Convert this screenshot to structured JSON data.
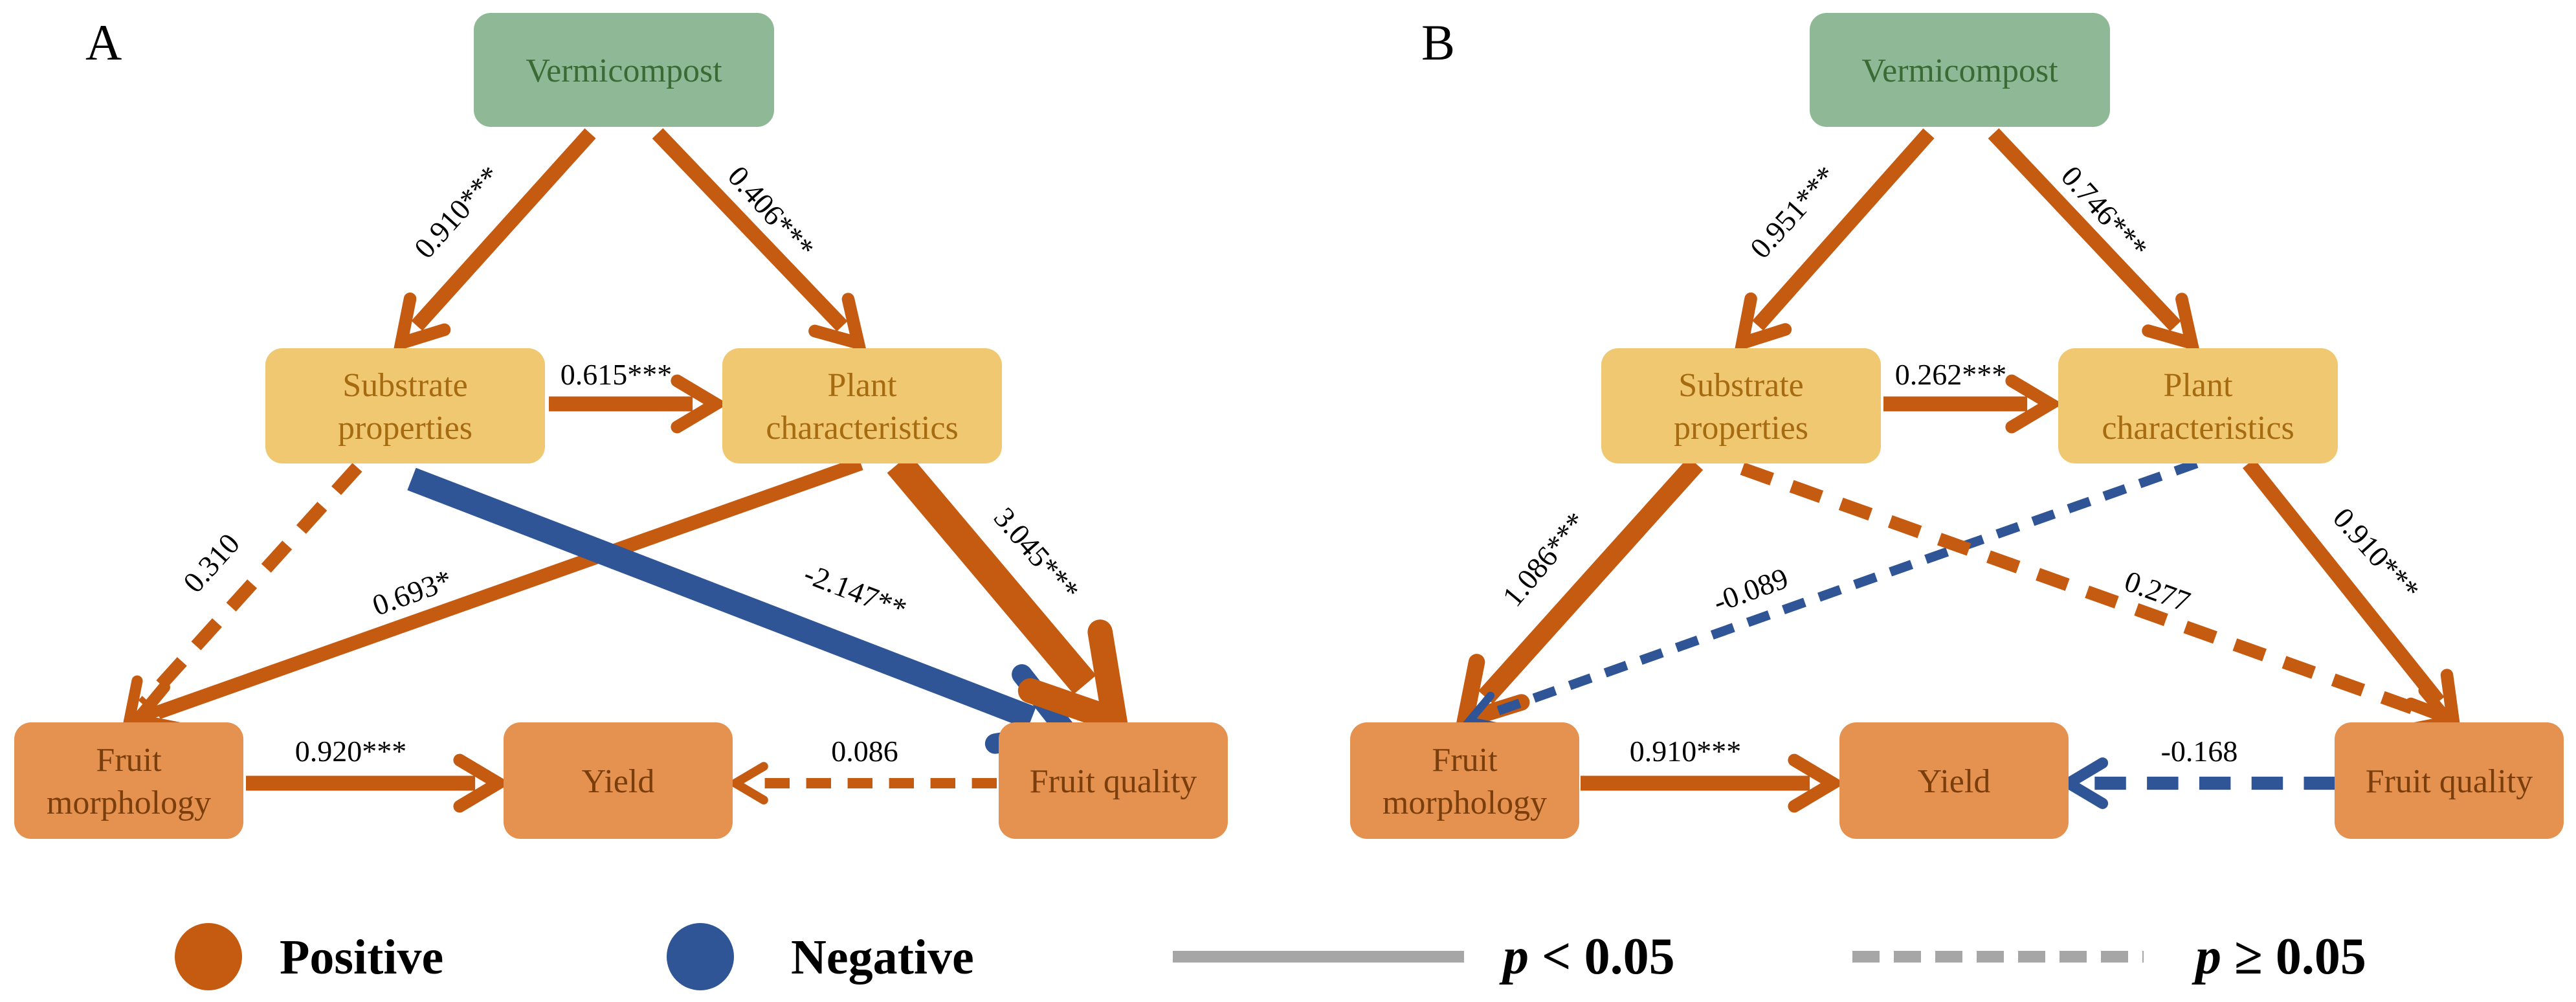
{
  "colors": {
    "positive": "#C55A11",
    "negative": "#2F5597",
    "significant_line": "#A6A6A6",
    "vermicompost_fill": "#8FB996",
    "vermicompost_text": "#3A6B35",
    "middle_fill": "#F0C872",
    "middle_text": "#A66A10",
    "bottom_fill": "#E5914F",
    "bottom_text": "#7A3E0C"
  },
  "panels": [
    {
      "letter": "A",
      "nodes": {
        "vermicompost": [
          "Vermicompost"
        ],
        "substrate": [
          "Substrate",
          "properties"
        ],
        "plant": [
          "Plant",
          "characteristics"
        ],
        "morphology": [
          "Fruit",
          "morphology"
        ],
        "yield": [
          "Yield"
        ],
        "quality": [
          "Fruit quality"
        ]
      },
      "paths": [
        {
          "from": "vermicompost",
          "to": "substrate",
          "coefficient": "0.910***",
          "sign": "positive",
          "significant": true,
          "weight": 1
        },
        {
          "from": "vermicompost",
          "to": "plant",
          "coefficient": "0.406***",
          "sign": "positive",
          "significant": true,
          "weight": 1
        },
        {
          "from": "substrate",
          "to": "plant",
          "coefficient": "0.615***",
          "sign": "positive",
          "significant": true,
          "weight": 1
        },
        {
          "from": "substrate",
          "to": "morphology",
          "coefficient": "0.310",
          "sign": "positive",
          "significant": false,
          "weight": 0.8
        },
        {
          "from": "plant",
          "to": "morphology",
          "coefficient": "0.693*",
          "sign": "positive",
          "significant": true,
          "weight": 0.9
        },
        {
          "from": "substrate",
          "to": "quality",
          "coefficient": "-2.147**",
          "sign": "negative",
          "significant": true,
          "weight": 2
        },
        {
          "from": "plant",
          "to": "quality",
          "coefficient": "3.045***",
          "sign": "positive",
          "significant": true,
          "weight": 2.6
        },
        {
          "from": "morphology",
          "to": "yield",
          "coefficient": "0.920***",
          "sign": "positive",
          "significant": true,
          "weight": 1
        },
        {
          "from": "quality",
          "to": "yield",
          "coefficient": "0.086",
          "sign": "positive",
          "significant": false,
          "weight": 0.5
        }
      ]
    },
    {
      "letter": "B",
      "nodes": {
        "vermicompost": [
          "Vermicompost"
        ],
        "substrate": [
          "Substrate",
          "properties"
        ],
        "plant": [
          "Plant",
          "characteristics"
        ],
        "morphology": [
          "Fruit",
          "morphology"
        ],
        "yield": [
          "Yield"
        ],
        "quality": [
          "Fruit quality"
        ]
      },
      "paths": [
        {
          "from": "vermicompost",
          "to": "substrate",
          "coefficient": "0.951***",
          "sign": "positive",
          "significant": true,
          "weight": 1
        },
        {
          "from": "vermicompost",
          "to": "plant",
          "coefficient": "0.746***",
          "sign": "positive",
          "significant": true,
          "weight": 1
        },
        {
          "from": "substrate",
          "to": "plant",
          "coefficient": "0.262***",
          "sign": "positive",
          "significant": true,
          "weight": 1
        },
        {
          "from": "substrate",
          "to": "morphology",
          "coefficient": "1.086***",
          "sign": "positive",
          "significant": true,
          "weight": 1.5
        },
        {
          "from": "plant",
          "to": "morphology",
          "coefficient": "-0.089",
          "sign": "negative",
          "significant": false,
          "weight": 0.4
        },
        {
          "from": "substrate",
          "to": "quality",
          "coefficient": "0.277",
          "sign": "positive",
          "significant": false,
          "weight": 0.8
        },
        {
          "from": "plant",
          "to": "quality",
          "coefficient": "0.910***",
          "sign": "positive",
          "significant": true,
          "weight": 1
        },
        {
          "from": "morphology",
          "to": "yield",
          "coefficient": "0.910***",
          "sign": "positive",
          "significant": true,
          "weight": 1
        },
        {
          "from": "quality",
          "to": "yield",
          "coefficient": "-0.168",
          "sign": "negative",
          "significant": false,
          "weight": 0.8
        }
      ]
    }
  ],
  "legend": {
    "positive_label": "Positive",
    "negative_label": "Negative",
    "significant_p": "p",
    "significant_rest": " < 0.05",
    "nonsignificant_p": "p",
    "nonsignificant_rest": " ≥ 0.05"
  }
}
